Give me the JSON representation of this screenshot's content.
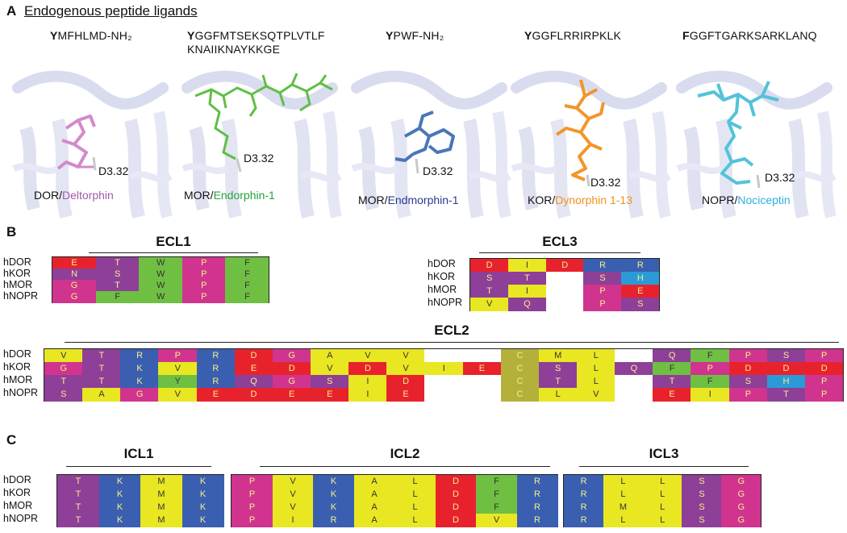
{
  "panel_a": {
    "letter": "A",
    "title": "Endogenous peptide ligands",
    "ligands": [
      {
        "first": "Y",
        "rest": "MFHLMD-NH₂",
        "rest2": "",
        "receptor": "DOR",
        "peptide": "Deltorphin",
        "residue": "D3.32",
        "color": "#a05aa8",
        "stick": "#d38ac9"
      },
      {
        "first": "Y",
        "rest": "GGFMTSEKSQTPLVTLF",
        "rest2": "KNAIIKNAYKKGE",
        "receptor": "MOR",
        "peptide": "Endorphin-1",
        "residue": "D3.32",
        "color": "#22a33a",
        "stick": "#5fbf45"
      },
      {
        "first": "Y",
        "rest": "PWF-NH₂",
        "rest2": "",
        "receptor": "MOR",
        "peptide": "Endmorphin-1",
        "residue": "D3.32",
        "color": "#2b3a8e",
        "stick": "#4a76b8"
      },
      {
        "first": "Y",
        "rest": "GGFLRRIRPKLK",
        "rest2": "",
        "receptor": "KOR",
        "peptide": "Dynorphin 1-13",
        "residue": "D3.32",
        "color": "#f0901e",
        "stick": "#f2962a"
      },
      {
        "first": "F",
        "rest": "GGFTGARKSARKLANQ",
        "rest2": "",
        "receptor": "NOPR",
        "peptide": "Nociceptin",
        "residue": "D3.32",
        "color": "#2ab0de",
        "stick": "#52c3d8"
      }
    ]
  },
  "panel_b": {
    "letter": "B",
    "ecl1": {
      "title": "ECL1",
      "rows": [
        "hDOR",
        "hKOR",
        "hMOR",
        "hNOPR"
      ],
      "cells": [
        [
          "E",
          "T",
          "W",
          "P",
          "F"
        ],
        [
          "N",
          "S",
          "W",
          "P",
          "F"
        ],
        [
          "G",
          "T",
          "W",
          "P",
          "F"
        ],
        [
          "G",
          "F",
          "W",
          "P",
          "F"
        ]
      ]
    },
    "ecl3": {
      "title": "ECL3",
      "rows": [
        "hDOR",
        "hKOR",
        "hMOR",
        "hNOPR"
      ],
      "cells": [
        [
          "D",
          "I",
          "D",
          "R",
          "R"
        ],
        [
          "S",
          "T",
          "",
          "S",
          "H"
        ],
        [
          "T",
          "I",
          "",
          "P",
          "E"
        ],
        [
          "V",
          "Q",
          "",
          "P",
          "S"
        ]
      ]
    },
    "ecl2": {
      "title": "ECL2",
      "rows": [
        "hDOR",
        "hKOR",
        "hMOR",
        "hNOPR"
      ],
      "cells": [
        [
          "V",
          "T",
          "R",
          "P",
          "R",
          "D",
          "G",
          "A",
          "V",
          "V",
          "",
          "",
          "C",
          "M",
          "L",
          "",
          "Q",
          "F",
          "P",
          "S",
          "P"
        ],
        [
          "G",
          "T",
          "K",
          "V",
          "R",
          "E",
          "D",
          "V",
          "D",
          "V",
          "I",
          "E",
          "C",
          "S",
          "L",
          "Q",
          "F",
          "P",
          "D",
          "D",
          "D"
        ],
        [
          "T",
          "T",
          "K",
          "Y",
          "R",
          "Q",
          "G",
          "S",
          "I",
          "D",
          "",
          "",
          "C",
          "T",
          "L",
          "",
          "T",
          "F",
          "S",
          "H",
          "P"
        ],
        [
          "S",
          "A",
          "G",
          "V",
          "E",
          "D",
          "E",
          "E",
          "I",
          "E",
          "",
          "",
          "C",
          "L",
          "V",
          "",
          "E",
          "I",
          "P",
          "T",
          "P"
        ]
      ]
    }
  },
  "panel_c": {
    "letter": "C",
    "rows": [
      "hDOR",
      "hKOR",
      "hMOR",
      "hNOPR"
    ],
    "icl1": {
      "title": "ICL1",
      "cells": [
        [
          "T",
          "K",
          "M",
          "K"
        ],
        [
          "T",
          "K",
          "M",
          "K"
        ],
        [
          "T",
          "K",
          "M",
          "K"
        ],
        [
          "T",
          "K",
          "M",
          "K"
        ]
      ]
    },
    "icl2": {
      "title": "ICL2",
      "cells": [
        [
          "P",
          "V",
          "K",
          "A",
          "L",
          "D",
          "F",
          "R"
        ],
        [
          "P",
          "V",
          "K",
          "A",
          "L",
          "D",
          "F",
          "R"
        ],
        [
          "P",
          "V",
          "K",
          "A",
          "L",
          "D",
          "F",
          "R"
        ],
        [
          "P",
          "I",
          "R",
          "A",
          "L",
          "D",
          "V",
          "R"
        ]
      ]
    },
    "icl3": {
      "title": "ICL3",
      "cells": [
        [
          "R",
          "L",
          "L",
          "S",
          "G"
        ],
        [
          "R",
          "L",
          "L",
          "S",
          "G"
        ],
        [
          "R",
          "M",
          "L",
          "S",
          "G"
        ],
        [
          "R",
          "L",
          "L",
          "S",
          "G"
        ]
      ]
    }
  },
  "colors": {
    "acidic": "#e8222d",
    "basic": "#3a5fb0",
    "hydrophobic": "#e8e722",
    "aromatic": "#6fbf43",
    "polar": "#8e3f98",
    "special": "#d0348f",
    "histidine": "#2a9bd6",
    "cysteine": "#b4b13b",
    "empty": "#ffffff"
  }
}
